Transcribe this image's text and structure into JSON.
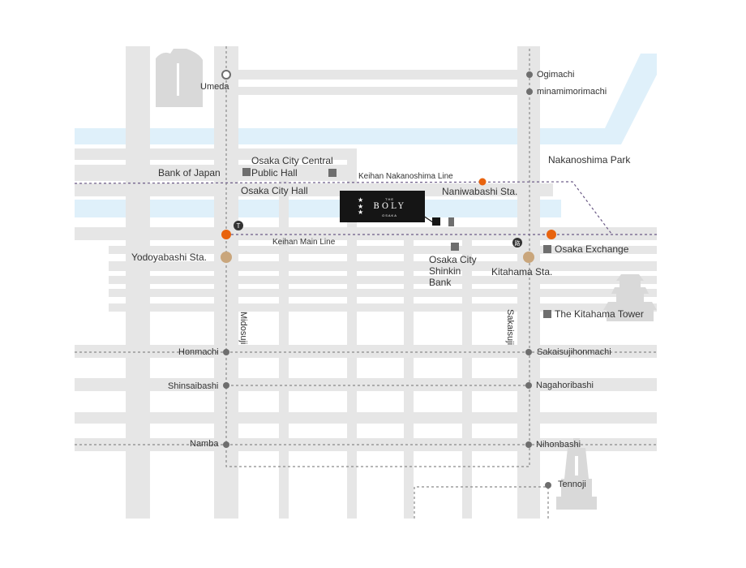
{
  "brand": {
    "the": "THE",
    "name": "BOLY",
    "city": "OSAKA"
  },
  "rail_lines": {
    "nakanoshima": "Keihan Nakanoshima Line",
    "main": "Keihan Main Line"
  },
  "streets": {
    "midosuji": "Midosuji",
    "sakaisuji": "Sakaisuji"
  },
  "stations": {
    "umeda": "Umeda",
    "ogimachi": "Ogimachi",
    "minamimorimachi": "minamimorimachi",
    "naniwabashi": "Naniwabashi Sta.",
    "yodoyabashi": "Yodoyabashi Sta.",
    "kitahama": "Kitahama Sta.",
    "honmachi": "Honmachi",
    "sakaisujihonmachi": "Sakaisujihonmachi",
    "shinsaibashi": "Shinsaibashi",
    "nagahoribashi": "Nagahoribashi",
    "namba": "Namba",
    "nihonbashi": "Nihonbashi",
    "tennoji": "Tennoji"
  },
  "landmarks": {
    "bank_of_japan": "Bank of Japan",
    "central_library_line1": "Osaka City Central",
    "central_library_line2": "Public Hall",
    "city_hall": "Osaka City Hall",
    "nakanoshima_park": "Nakanoshima Park",
    "osaka_exchange": "Osaka Exchange",
    "shinkin_line1": "Osaka City",
    "shinkin_line2": "Shinkin",
    "shinkin_line3": "Bank",
    "kitahama_tower": "The Kitahama Tower"
  },
  "colors": {
    "road": "#e6e6e6",
    "river": "#dff0fa",
    "keihan_line": "#6b5a86",
    "subway_line": "#888888",
    "keihan_station": "#e8630e",
    "subway_station": "#6e6e6e",
    "transfer_station": "#c9a67c",
    "landmark": "#6e6e6e",
    "hotel": "#151515"
  },
  "icons": {
    "stars": "three-star-icon",
    "umeda_marker": "station-ring-icon",
    "castle": "osaka-castle-icon",
    "tower": "tsutenkaku-tower-icon",
    "building": "osaka-station-building-icon"
  },
  "symbols": {
    "yodoyabashi_badge": "T",
    "kitahama_badge": "路"
  }
}
